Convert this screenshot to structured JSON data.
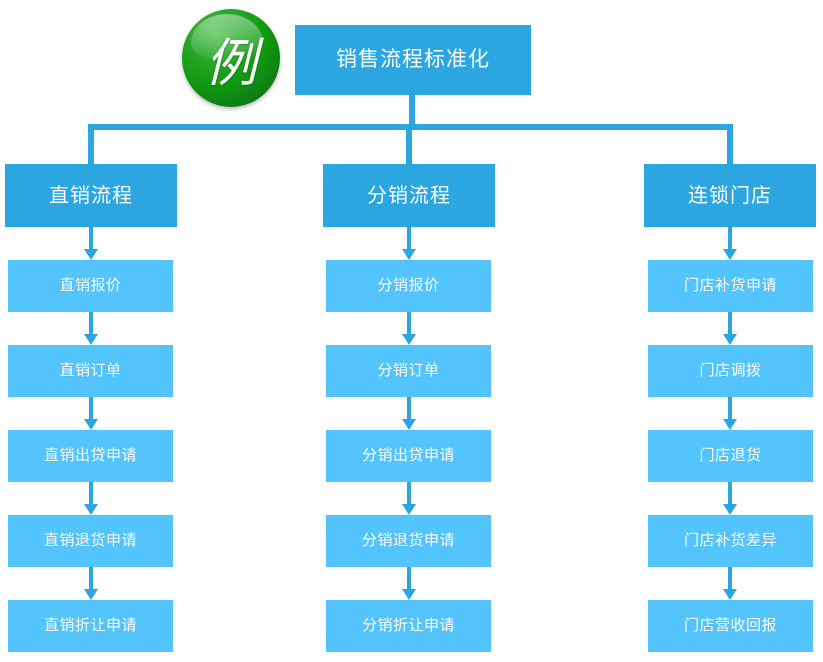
{
  "diagram": {
    "badge": {
      "icon": "example-badge-icon",
      "character": "例",
      "color": "#159b15"
    },
    "root": {
      "label": "销售流程标准化",
      "color": "#2BA6E0"
    },
    "branch_color": "#2BA6E0",
    "step_color": "#54C5FC",
    "connector_color": "#2BA6E0",
    "branches": [
      {
        "label": "直销流程",
        "steps": [
          {
            "label": "直销报价"
          },
          {
            "label": "直销订单"
          },
          {
            "label": "直销出贷申请"
          },
          {
            "label": "直销退货申请"
          },
          {
            "label": "直销折让申请"
          }
        ]
      },
      {
        "label": "分销流程",
        "steps": [
          {
            "label": "分销报价"
          },
          {
            "label": "分销订单"
          },
          {
            "label": "分销出贷申请"
          },
          {
            "label": "分销退货申请"
          },
          {
            "label": "分销折让申请"
          }
        ]
      },
      {
        "label": "连锁门店",
        "steps": [
          {
            "label": "门店补货申请"
          },
          {
            "label": "门店调拨"
          },
          {
            "label": "门店退货"
          },
          {
            "label": "门店补货差异"
          },
          {
            "label": "门店营收回报"
          }
        ]
      }
    ]
  }
}
